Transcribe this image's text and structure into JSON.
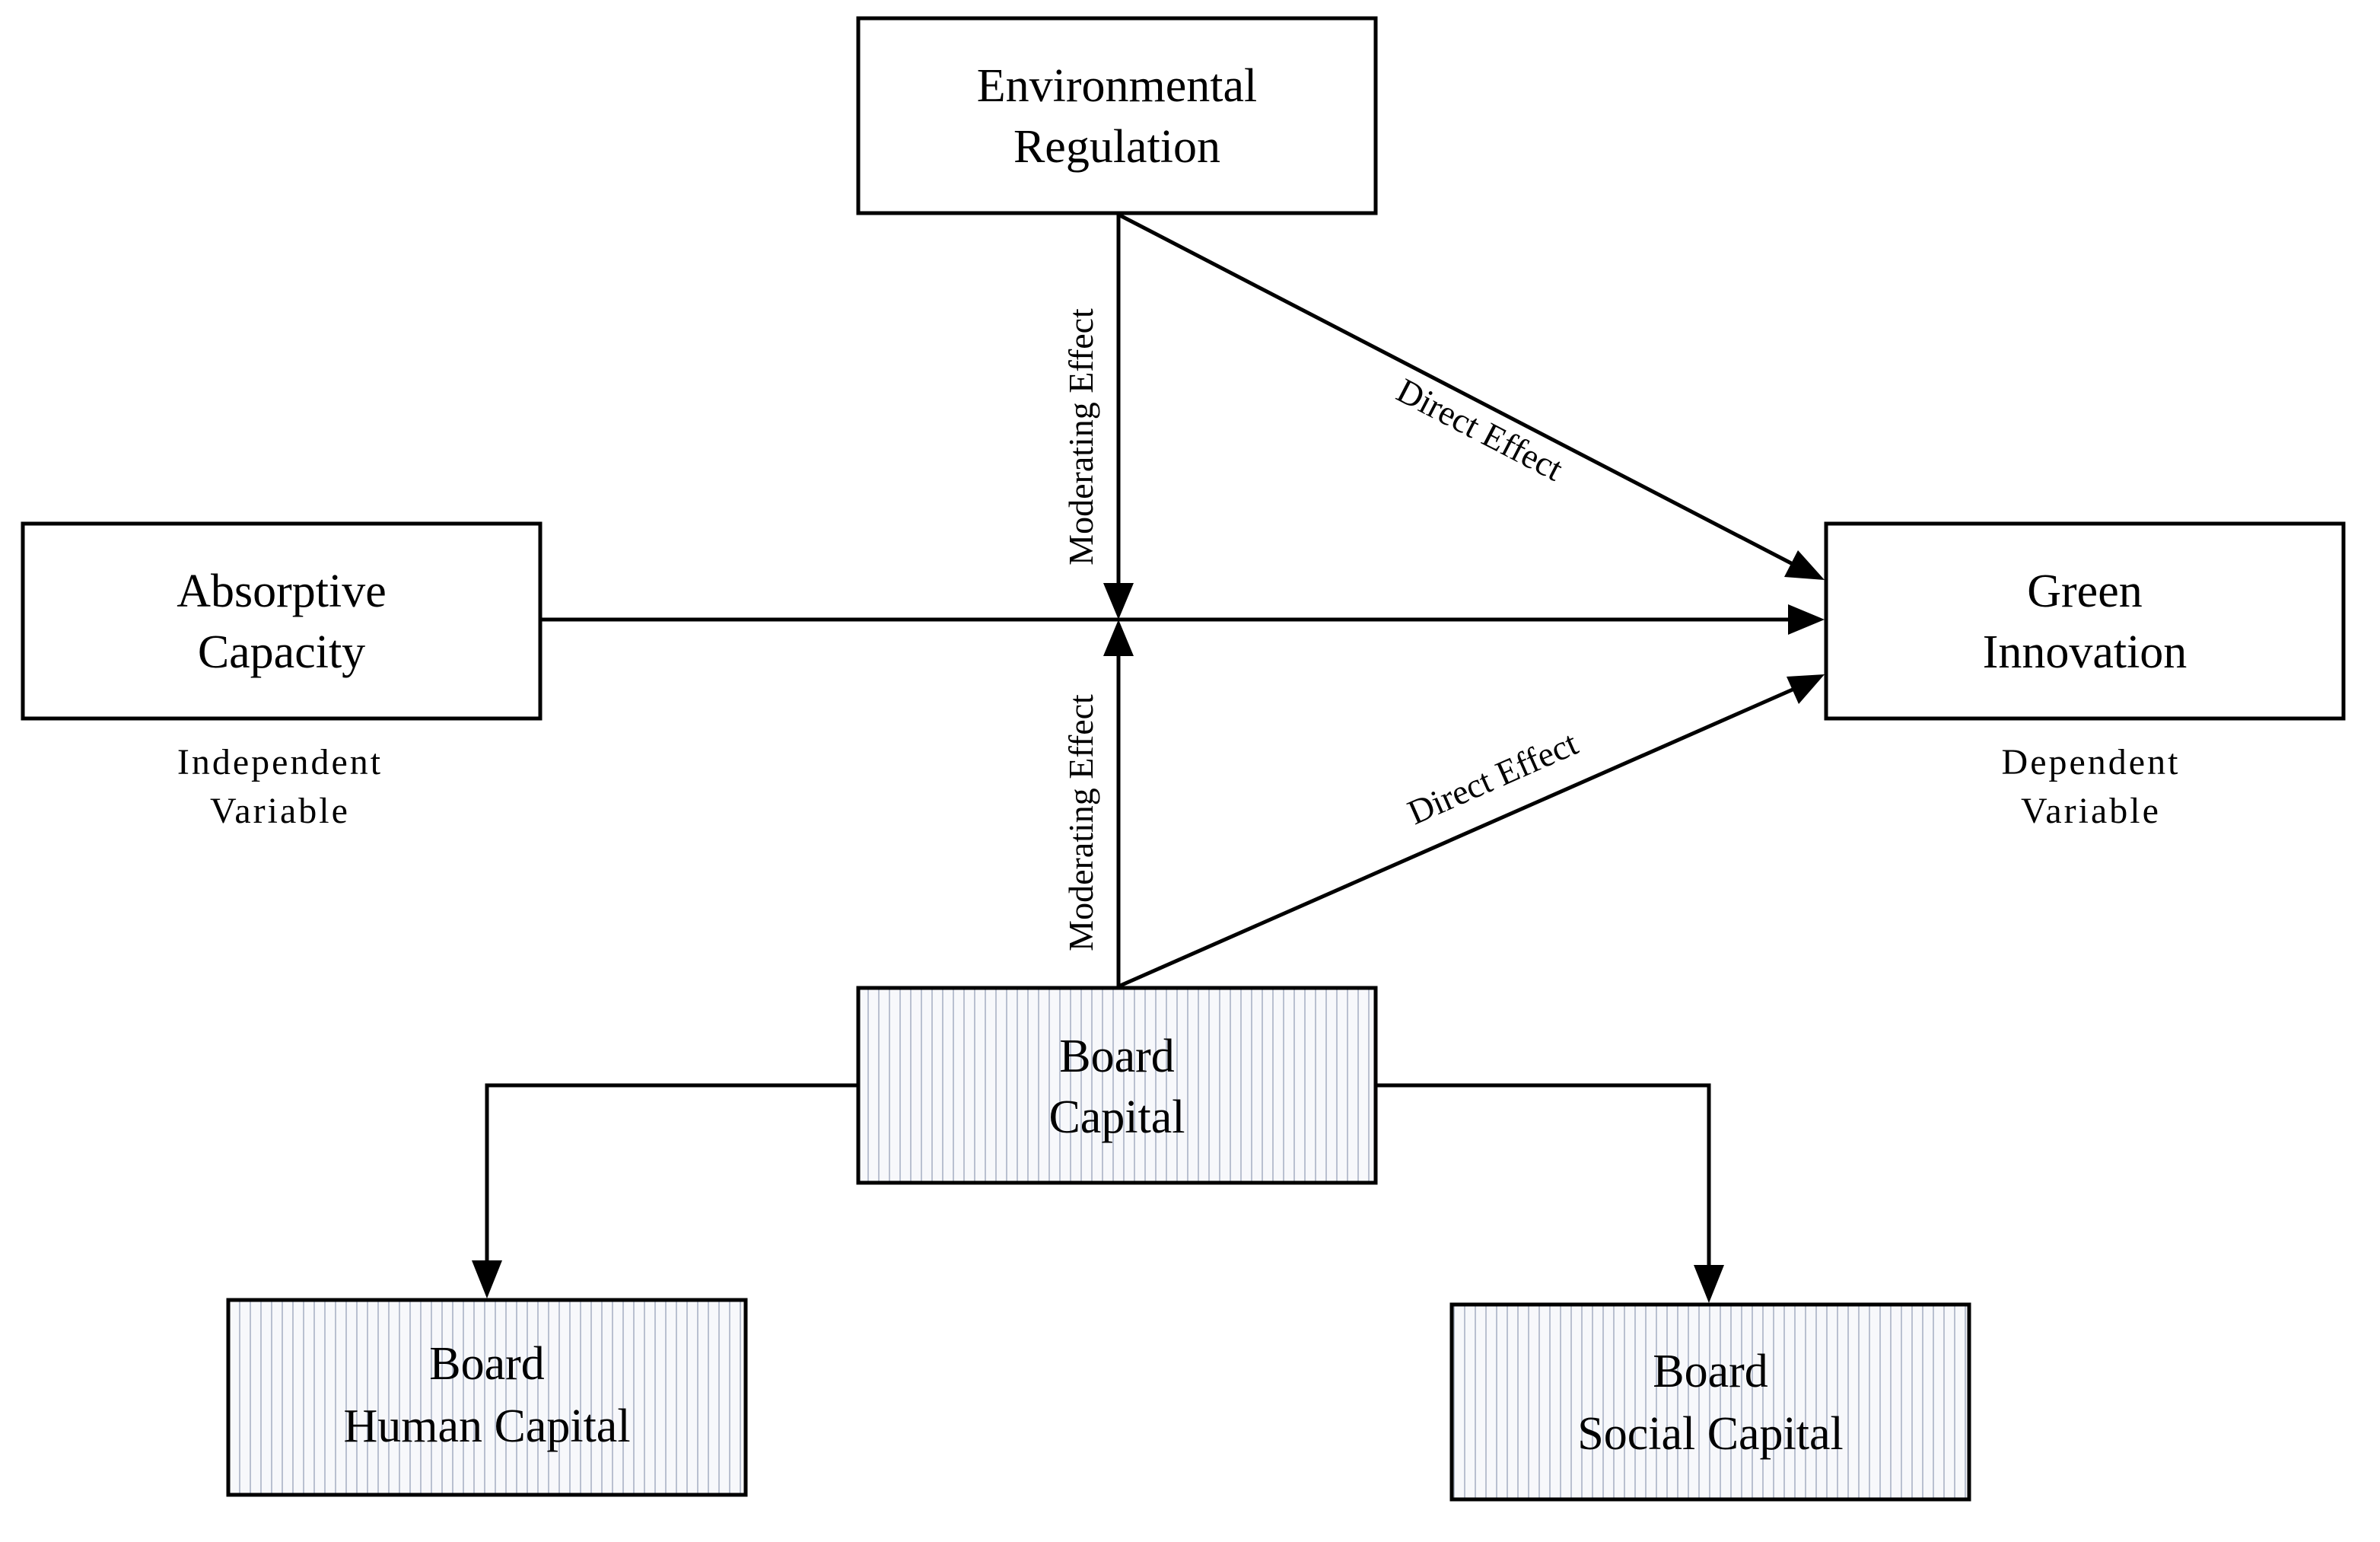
{
  "colors": {
    "stroke": "#000000",
    "hatch": "#b9c0d0",
    "hatch_background": "#f7f8fb",
    "background": "#ffffff"
  },
  "boxes": {
    "environmental_regulation": {
      "lines": [
        "Environmental",
        "Regulation"
      ],
      "fill": "plain"
    },
    "absorptive_capacity": {
      "lines": [
        "Absorptive",
        "Capacity"
      ],
      "fill": "plain"
    },
    "green_innovation": {
      "lines": [
        "Green",
        "Innovation"
      ],
      "fill": "plain"
    },
    "board_capital": {
      "lines": [
        "Board",
        "Capital"
      ],
      "fill": "hatched"
    },
    "board_human_capital": {
      "lines": [
        "Board",
        "Human Capital"
      ],
      "fill": "hatched"
    },
    "board_social_capital": {
      "lines": [
        "Board",
        "Social Capital"
      ],
      "fill": "hatched"
    }
  },
  "captions": {
    "independent": [
      "Independent",
      "Variable"
    ],
    "dependent": [
      "Dependent",
      "Variable"
    ]
  },
  "edges": {
    "moderating_top": "Moderating Effect",
    "moderating_bottom": "Moderating Effect",
    "direct_top": "Direct Effect",
    "direct_bottom": "Direct Effect"
  }
}
